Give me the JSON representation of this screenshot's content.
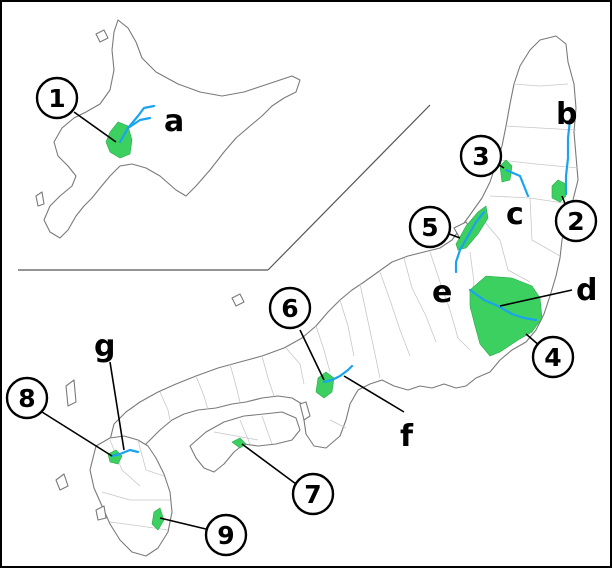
{
  "title": "",
  "colors": {
    "plain": "#3cd060",
    "river": "#1aa3ee",
    "land_outline": "#7a7a7a",
    "prefecture_border": "#c8c8c8",
    "label": "#000000"
  },
  "plain_labels": [
    {
      "id": "plain-1",
      "text": "1"
    },
    {
      "id": "plain-2",
      "text": "2"
    },
    {
      "id": "plain-3",
      "text": "3"
    },
    {
      "id": "plain-4",
      "text": "4"
    },
    {
      "id": "plain-5",
      "text": "5"
    },
    {
      "id": "plain-6",
      "text": "6"
    },
    {
      "id": "plain-7",
      "text": "7"
    },
    {
      "id": "plain-8",
      "text": "8"
    },
    {
      "id": "plain-9",
      "text": "9"
    }
  ],
  "river_labels": [
    {
      "id": "river-a",
      "text": "a"
    },
    {
      "id": "river-b",
      "text": "b"
    },
    {
      "id": "river-c",
      "text": "c"
    },
    {
      "id": "river-d",
      "text": "d"
    },
    {
      "id": "river-e",
      "text": "e"
    },
    {
      "id": "river-f",
      "text": "f"
    },
    {
      "id": "river-g",
      "text": "g"
    }
  ]
}
